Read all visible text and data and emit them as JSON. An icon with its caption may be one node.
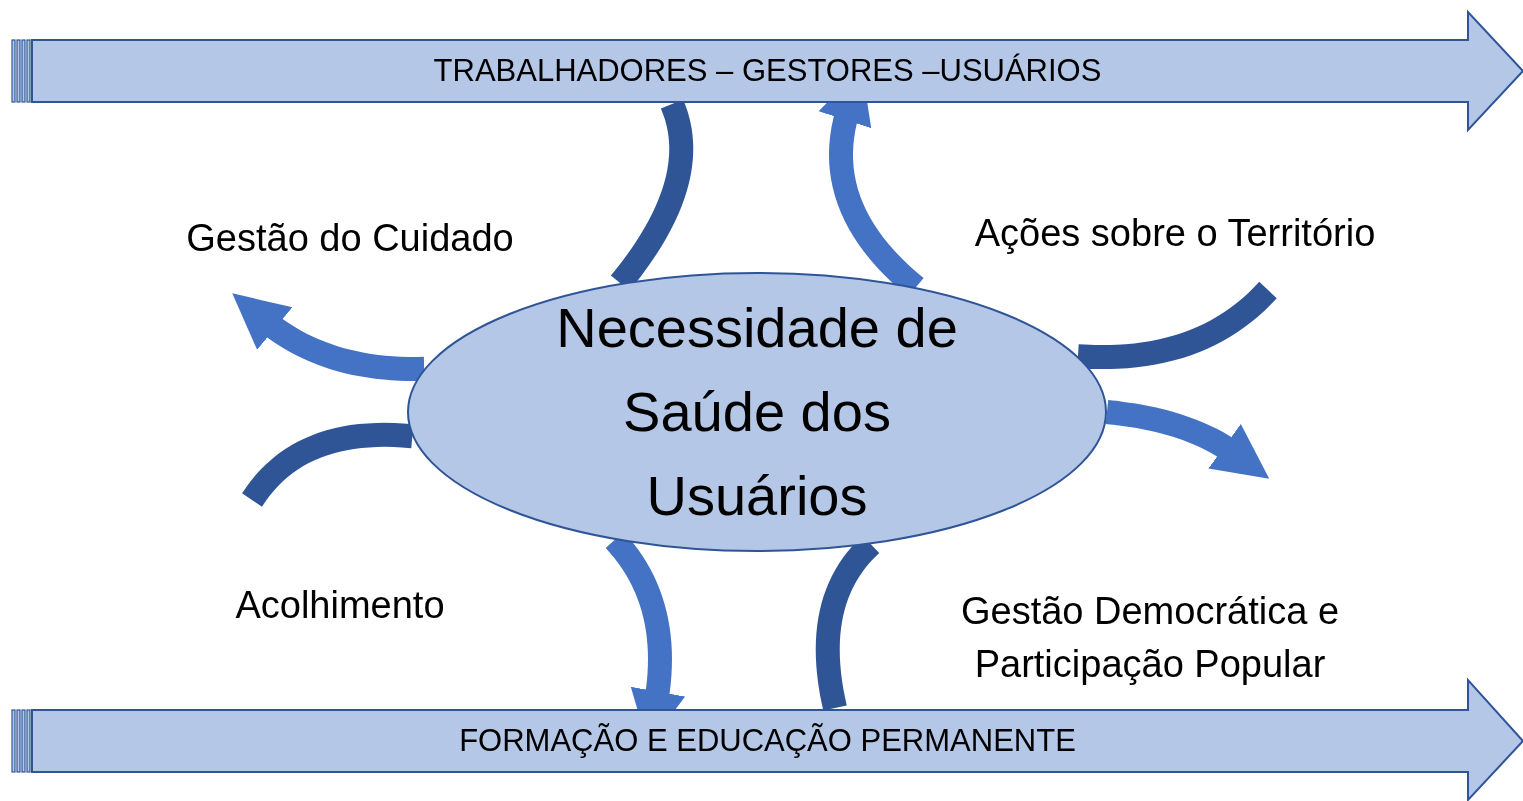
{
  "diagram": {
    "nodes": [
      {
        "text": [
          "TRABALHADORES – GESTORES –USUÁRIOS"
        ]
      },
      {
        "text": [
          "Necessidade de Saúde dos Usuários"
        ]
      },
      {
        "text": [
          "FORMAÇÃO E EDUCAÇÃO PERMANENTE"
        ]
      }
    ],
    "edges": [
      {
        "from": 1,
        "to": 0,
        "arrow": "none",
        "color": "#2f5597"
      },
      {
        "from": 1,
        "to": 0,
        "arrow": "to"
      },
      {
        "from": null,
        "to": 1,
        "arrow": "none",
        "color": "#2f5597"
      },
      {
        "from": 1,
        "to": null,
        "arrow": "to"
      },
      {
        "from": 1,
        "to": 2,
        "arrow": "to"
      },
      {
        "from": 2,
        "to": 1,
        "arrow": "none",
        "color": "#2f5597"
      },
      {
        "from": null,
        "to": 1,
        "arrow": "none",
        "color": "#2f5597"
      },
      {
        "from": 1,
        "to": null,
        "arrow": "to"
      }
    ],
    "labels": [
      "Gestão do Cuidado",
      "Ações sobre o Território",
      "Acolhimento",
      "Gestão Democrática e Participação Popular"
    ]
  }
}
